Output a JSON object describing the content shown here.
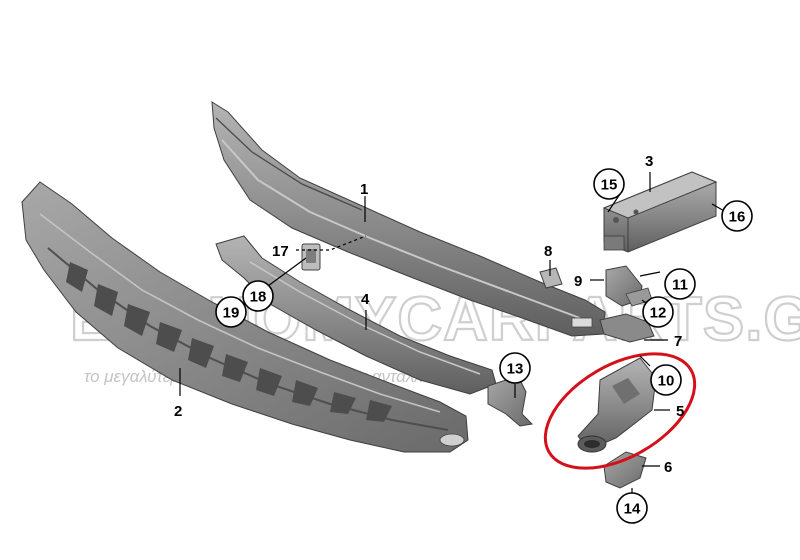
{
  "watermark": {
    "brand": "ECONOMYCARPARTS.GR",
    "tagline": "το μεγαλύτερο ηλεκτρονικό κατάστημα ανταλλακτικών"
  },
  "callouts": {
    "c1": "1",
    "c2": "2",
    "c3": "3",
    "c4": "4",
    "c5": "5",
    "c6": "6",
    "c7": "7",
    "c8": "8",
    "c9": "9",
    "c10": "10",
    "c11": "11",
    "c12": "12",
    "c13": "13",
    "c14": "14",
    "c15": "15",
    "c16": "16",
    "c17": "17",
    "c18": "18",
    "c19": "19"
  },
  "colors": {
    "part_fill": "#8f8f8f",
    "part_dark": "#5c5c5c",
    "part_light": "#b9b9b9",
    "highlight_ellipse": "#d4101a"
  }
}
